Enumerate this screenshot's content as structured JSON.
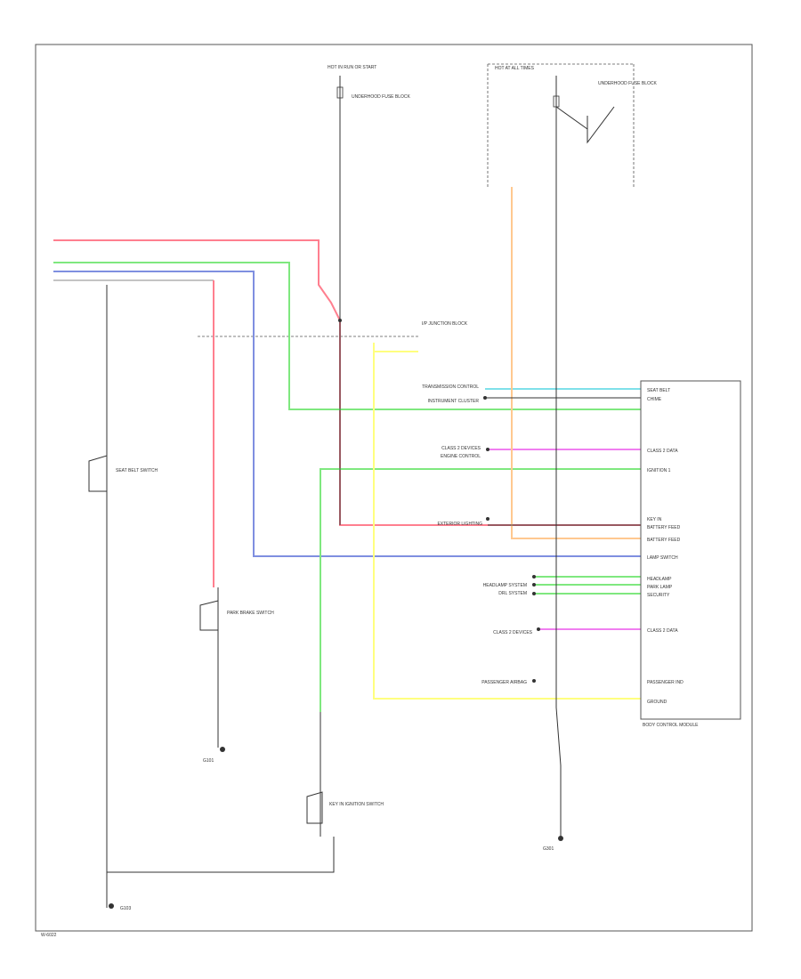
{
  "colors": {
    "red": "#ff7f8f",
    "green": "#7fe87f",
    "blue": "#7f8fe0",
    "cyan": "#7fe0ea",
    "orange": "#ffc890",
    "yellow": "#ffff7f",
    "magenta": "#f07ff0",
    "gray": "#8a8a8a"
  },
  "labels": {
    "top_fuse_title": "HOT IN RUN OR START",
    "top_fuse_desc": "UNDERHOOD FUSE BLOCK",
    "right_fuse_title": "HOT AT ALL TIMES",
    "right_fuse_desc": "UNDERHOOD FUSE BLOCK",
    "junction_block": "I/P JUNCTION BLOCK",
    "module_title": "BODY CONTROL MODULE",
    "ground_left": "G101",
    "ground_mid": "G103",
    "ground_right": "G301",
    "corner": "W-6022"
  },
  "bcm_pins": [
    "SEAT BELT",
    "CHIME",
    "CLASS 2 DATA",
    "IGNITION 1",
    "KEY IN",
    "BATTERY FEED",
    "BATTERY FEED",
    "LAMP SWITCH",
    "HEADLAMP",
    "PARK LAMP",
    "SECURITY",
    "CLASS 2 DATA",
    "PASSENGER IND",
    "GROUND"
  ],
  "left_labels": [
    "TRANSMISSION CONTROL",
    "INSTRUMENT CLUSTER",
    "CLASS 2 DEVICES",
    "ENGINE CONTROL",
    "EXTERIOR LIGHTING",
    "HEADLAMP SYSTEM",
    "DRL SYSTEM",
    "CLASS 2 DEVICES",
    "PASSENGER AIRBAG"
  ],
  "switches": [
    "SEAT BELT SWITCH",
    "PARK BRAKE SWITCH",
    "KEY IN IGNITION SWITCH"
  ]
}
